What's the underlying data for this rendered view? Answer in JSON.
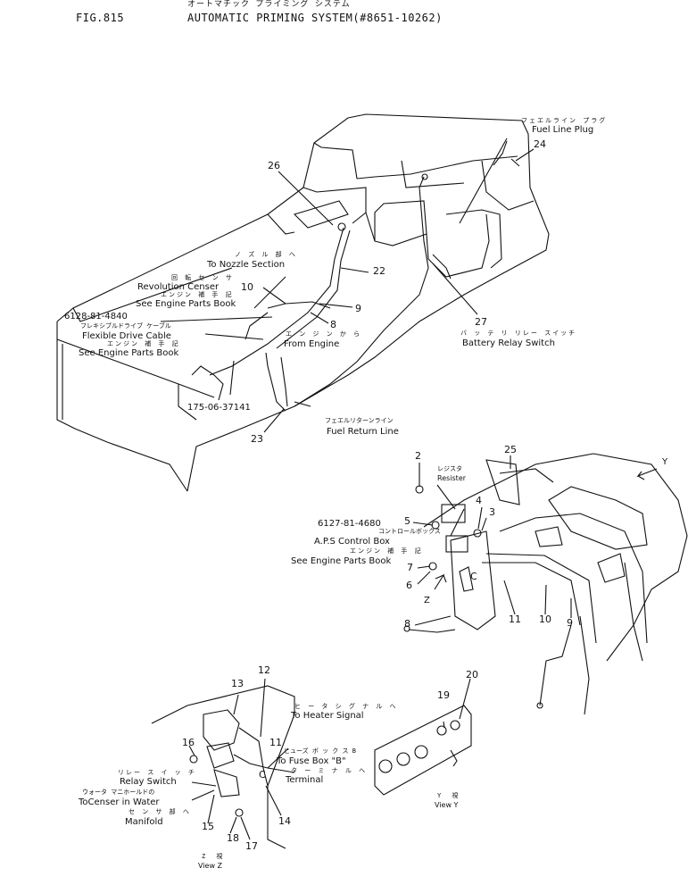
{
  "header": {
    "fig": "FIG.815",
    "title_jp": "オートマチック プライミング システム",
    "title_en": "AUTOMATIC PRIMING SYSTEM(#8651-10262)"
  },
  "labels": {
    "fuel_line_plug_jp": "フェエルライン プラグ",
    "fuel_line_plug": "Fuel Line Plug",
    "nozzle_jp": "ノ ズ ル 部 へ",
    "nozzle": "To Nozzle Section",
    "rev_censer_jp": "回 転 セ ン サ",
    "rev_censer": "Revolution Censer",
    "engine_parts_jp1": "エンジン 補 手 記",
    "see_engine_parts_1": "See Engine Parts Book",
    "part_6128": "6128-81-4840",
    "flex_cable_jp": "フレキシブルドライブ ケーブル",
    "flex_cable": "Flexible Drive Cable",
    "engine_parts_jp2": "エンジン 補 手 記",
    "see_engine_parts_2": "See Engine Parts Book",
    "from_engine_jp": "エ ン ジ ン か ら",
    "from_engine": "From Engine",
    "part_175": "175-06-37141",
    "fuel_return_jp": "フェエルリターンライン",
    "fuel_return": "Fuel Return Line",
    "battery_relay_jp": "バ ッ テ リ リレー スイッチ",
    "battery_relay": "Battery Relay Switch",
    "resister_jp": "レジスタ",
    "resister": "Resister",
    "part_6127": "6127-81-4680",
    "control_box_jp": "コントロールボックス",
    "aps_control": "A.P.S Control Box",
    "engine_parts_jp3": "エンジン 補 手 記",
    "see_engine_parts_3": "See Engine Parts Book",
    "heater_jp": "ヒ ー タ シ グ ナ ル へ",
    "heater": "To Heater Signal",
    "fuse_jp": "ヒューズ ボ ッ ク ス B",
    "fuse": "To Fuse Box \"B\"",
    "terminal_jp": "タ ー ミ ナ ル へ",
    "terminal": "Terminal",
    "relay_jp": "リレー ス イ ッ チ",
    "relay": "Relay Switch",
    "water_jp": "ウォータ マニホールドの",
    "water": "ToCenser in Water",
    "sensor_jp": "セ ン サ 部 へ",
    "manifold": "Manifold",
    "view_z_jp": "Z 視",
    "view_z": "View Z",
    "view_y_jp": "Y 視",
    "view_y": "View Y",
    "arrow_y": "Y",
    "arrow_z": "Z"
  },
  "callouts": {
    "c26": "26",
    "c24": "24",
    "c22": "22",
    "c10a": "10",
    "c9a": "9",
    "c8a": "8",
    "c27": "27",
    "c23": "23",
    "c2": "2",
    "c25": "25",
    "c4": "4",
    "c3": "3",
    "c5": "5",
    "c7": "7",
    "c6": "6",
    "c8b": "8",
    "c11a": "11",
    "c10b": "10",
    "c9b": "9",
    "c13": "13",
    "c12": "12",
    "c16": "16",
    "c11b": "11",
    "c15": "15",
    "c18": "18",
    "c17": "17",
    "c14": "14",
    "c19": "19",
    "c20": "20",
    "cC1": "C",
    "cC2": "C"
  }
}
